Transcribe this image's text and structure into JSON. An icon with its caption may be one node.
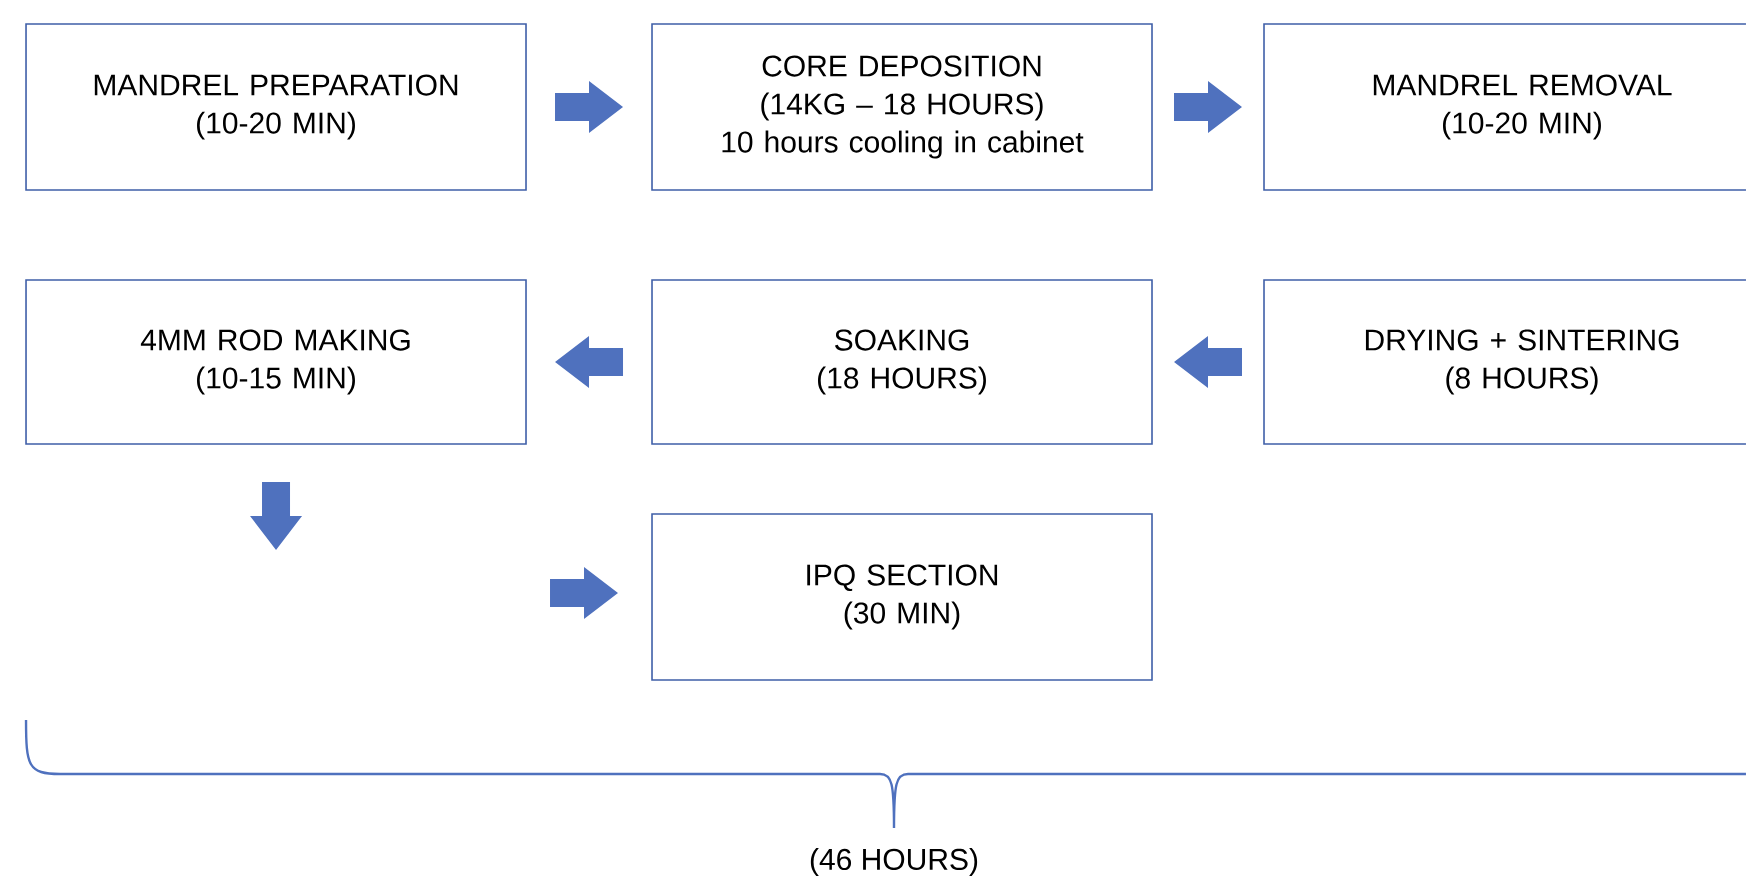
{
  "diagram": {
    "nodes": [
      {
        "text": [
          "MANDREL PREPARATION",
          "(10-20 MIN)"
        ]
      },
      {
        "text": [
          "CORE DEPOSITION",
          "(14KG – 18 HOURS)",
          "10 hours cooling in cabinet"
        ]
      },
      {
        "text": [
          "MANDREL REMOVAL",
          "(10-20 MIN)"
        ]
      },
      {
        "text": [
          "4MM ROD MAKING",
          "(10-15 MIN)"
        ]
      },
      {
        "text": [
          "SOAKING",
          "(18 HOURS)"
        ]
      },
      {
        "text": [
          "DRYING + SINTERING",
          "(8 HOURS)"
        ]
      },
      {
        "text": [
          "IPQ SECTION",
          "(30 MIN)"
        ]
      }
    ],
    "edges": [
      {
        "from": 0,
        "to": 1,
        "arrow": "to"
      },
      {
        "from": 1,
        "to": 2,
        "arrow": "to"
      },
      {
        "from": 5,
        "to": 4,
        "arrow": "to"
      },
      {
        "from": 4,
        "to": 3,
        "arrow": "to"
      },
      {
        "from": 3,
        "to": null,
        "arrow": "to"
      },
      {
        "from": null,
        "to": 6,
        "arrow": "to"
      }
    ],
    "labels": [
      "(46 HOURS)"
    ]
  }
}
